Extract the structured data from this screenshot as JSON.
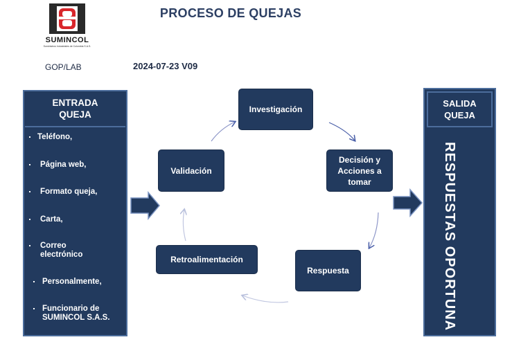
{
  "header": {
    "logo_name": "SUMINCOL",
    "logo_tagline": "Suministros Industriales de Colombia S.A.S.",
    "title": "PROCESO DE QUEJAS",
    "code": "GOP/LAB",
    "version": "2024-07-23 V09"
  },
  "left_panel": {
    "title_line1": "ENTRADA",
    "title_line2": "QUEJA",
    "items": [
      "Teléfono,",
      "Página web,",
      "Formato queja,",
      "Carta,",
      "Correo electrónico",
      "Personalmente,",
      "Funcionario de SUMINCOL S.A.S."
    ]
  },
  "right_panel": {
    "title_line1": "SALIDA",
    "title_line2": "QUEJA",
    "vertical_text": "RESPUESTAS OPORTUNA"
  },
  "cycle": {
    "investigacion": "Investigación",
    "decision_line1": "Decisión y",
    "decision_line2": "Acciones a",
    "decision_line3": "tomar",
    "respuesta": "Respuesta",
    "retroalimentacion": "Retroalimentación",
    "validacion": "Validación"
  },
  "colors": {
    "box_fill": "#223a5e",
    "box_border": "#4c6d9c",
    "title": "#2c3f63",
    "arrow_fill": "#223a5e",
    "arrow_outline": "#7a93c2",
    "curve_dark": "#4a5fa8",
    "curve_light": "#c0c6e0"
  }
}
